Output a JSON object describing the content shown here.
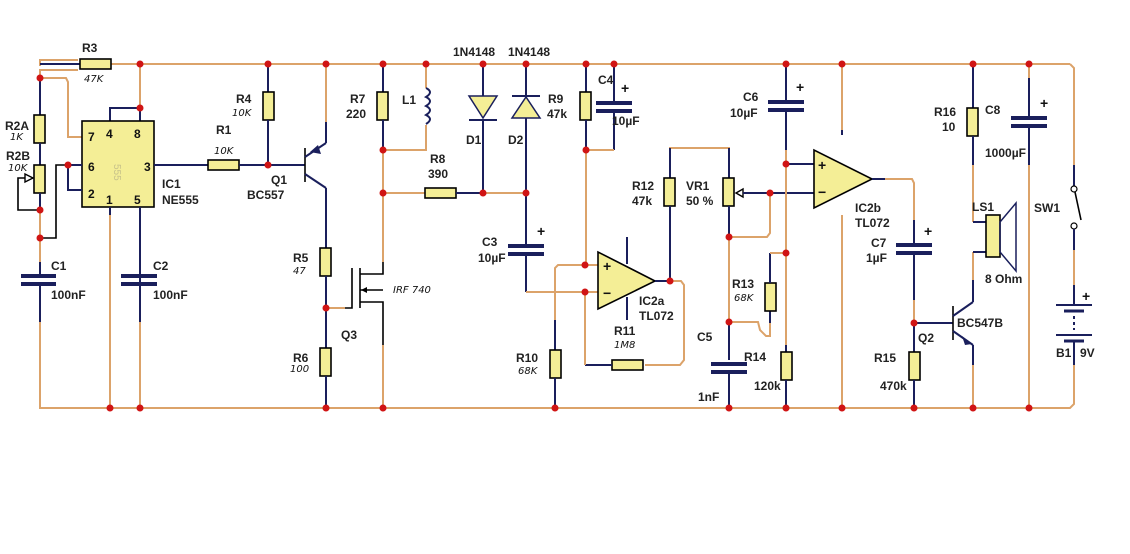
{
  "diagram": {
    "type": "electronic-schematic",
    "components": {
      "R3": {
        "ref": "R3",
        "value": "47K"
      },
      "R2A": {
        "ref": "R2A",
        "value": "1K"
      },
      "R2B": {
        "ref": "R2B",
        "value": "10K"
      },
      "R4": {
        "ref": "R4",
        "value": "10K"
      },
      "R1": {
        "ref": "R1",
        "value": "10K"
      },
      "R5": {
        "ref": "R5",
        "value": "47"
      },
      "R6": {
        "ref": "R6",
        "value": "100"
      },
      "R7": {
        "ref": "R7",
        "value": "220"
      },
      "R8": {
        "ref": "R8",
        "value": "390"
      },
      "R9": {
        "ref": "R9",
        "value": "47k"
      },
      "R10": {
        "ref": "R10",
        "value": "68K"
      },
      "R11": {
        "ref": "R11",
        "value": "1M8"
      },
      "R12": {
        "ref": "R12",
        "value": "47k"
      },
      "R13": {
        "ref": "R13",
        "value": "68K"
      },
      "R14": {
        "ref": "R14",
        "value": "120k"
      },
      "R15": {
        "ref": "R15",
        "value": "470k"
      },
      "R16": {
        "ref": "R16",
        "value": "10"
      },
      "VR1": {
        "ref": "VR1",
        "value": "50 %"
      },
      "C1": {
        "ref": "C1",
        "value": "100nF"
      },
      "C2": {
        "ref": "C2",
        "value": "100nF"
      },
      "C3": {
        "ref": "C3",
        "value": "10µF"
      },
      "C4": {
        "ref": "C4",
        "value": "10µF"
      },
      "C5": {
        "ref": "C5",
        "value": "1nF"
      },
      "C6": {
        "ref": "C6",
        "value": "10µF"
      },
      "C7": {
        "ref": "C7",
        "value": "1µF"
      },
      "C8": {
        "ref": "C8",
        "value": "1000µF"
      },
      "IC1": {
        "ref": "IC1",
        "value": "NE555",
        "body_text": "555",
        "pins": {
          "p7": "7",
          "p4": "4",
          "p8": "8",
          "p6": "6",
          "p3": "3",
          "p2": "2",
          "p1": "1",
          "p5": "5"
        }
      },
      "IC2a": {
        "ref": "IC2a",
        "value": "TL072"
      },
      "IC2b": {
        "ref": "IC2b",
        "value": "TL072"
      },
      "Q1": {
        "ref": "Q1",
        "value": "BC557"
      },
      "Q2": {
        "ref": "Q2",
        "value": "BC547B"
      },
      "Q3": {
        "ref": "Q3",
        "value": "IRF 740"
      },
      "L1": {
        "ref": "L1"
      },
      "D1": {
        "ref": "D1",
        "value": "1N4148"
      },
      "D2": {
        "ref": "D2",
        "value": "1N4148"
      },
      "LS1": {
        "ref": "LS1",
        "value": "8 Ohm"
      },
      "SW1": {
        "ref": "SW1"
      },
      "B1": {
        "ref": "B1",
        "value": "9V"
      }
    },
    "symbols": {
      "plus": "+",
      "minus": "−"
    }
  }
}
